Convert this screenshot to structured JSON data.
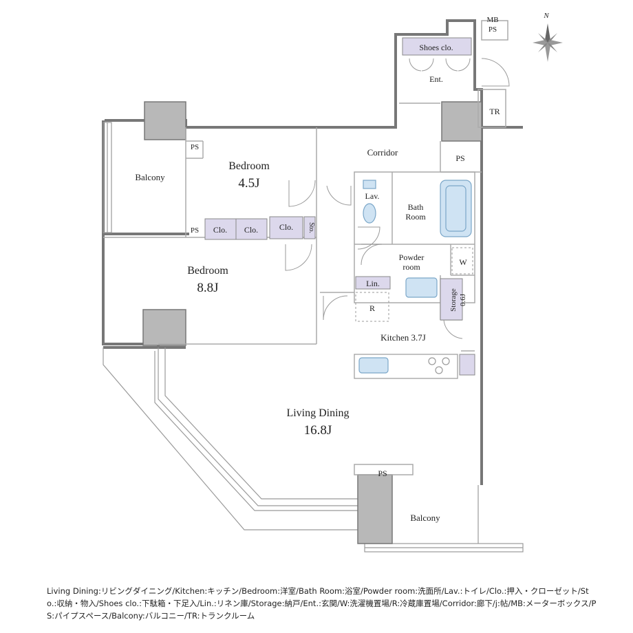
{
  "rooms": {
    "bedroom_small": {
      "name": "Bedroom",
      "size": "4.5J"
    },
    "bedroom_large": {
      "name": "Bedroom",
      "size": "8.8J"
    },
    "living": {
      "name": "Living Dining",
      "size": "16.8J"
    },
    "kitchen": {
      "label": "Kitchen 3.7J"
    },
    "balcony_west": "Balcony",
    "balcony_south": "Balcony",
    "corridor": "Corridor",
    "lav": "Lav.",
    "bath": {
      "line1": "Bath",
      "line2": "Room"
    },
    "powder": {
      "line1": "Powder",
      "line2": "room"
    },
    "washer": "W",
    "linen": "Lin.",
    "storage": {
      "name": "Storage",
      "size": "0.6J"
    },
    "fridge": "R",
    "entrance": "Ent.",
    "shoes": "Shoes clo.",
    "mb": "MB",
    "ps_mb": "PS",
    "tr": "TR",
    "ps_corridor": "PS",
    "ps_bed_top": "PS",
    "ps_bed_bottom": "PS",
    "ps_balcony": "PS",
    "clo1": "Clo.",
    "clo2": "Clo.",
    "clo3": "Clo.",
    "sto": "Sto."
  },
  "compass": {
    "north": "N"
  },
  "legend": "Living Dining:リビングダイニング/Kitchen:キッチン/Bedroom:洋室/Bath Room:浴室/Powder room:洗面所/Lav.:トイレ/Clo.:押入・クローゼット/Sto.:収納・物入/Shoes clo.:下駄箱・下足入/Lin.:リネン庫/Storage:納戸/Ent.:玄関/W:洗濯機置場/R:冷蔵庫置場/Corridor:廊下/j:帖/MB:メーターボックス/PS:パイプスペース/Balcony:バルコニー/TR:トランクルーム"
}
